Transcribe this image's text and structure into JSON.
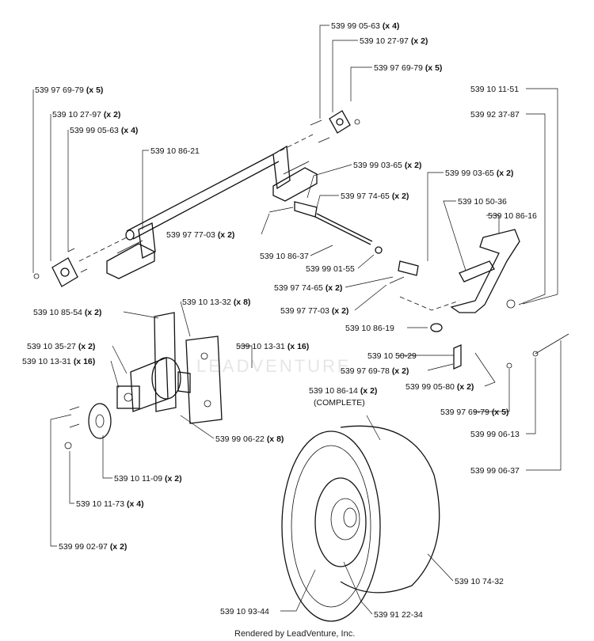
{
  "footer": "Rendered by LeadVenture, Inc.",
  "watermark": "LEADVENTURE",
  "labels": [
    {
      "id": "l1",
      "text": "539 99 05-63",
      "qty": "(x 4)"
    },
    {
      "id": "l2",
      "text": "539 10 27-97",
      "qty": "(x 2)"
    },
    {
      "id": "l3",
      "text": "539 97 69-79",
      "qty": "(x 5)"
    },
    {
      "id": "l4",
      "text": "539 10 11-51",
      "qty": ""
    },
    {
      "id": "l5",
      "text": "539 92 37-87",
      "qty": ""
    },
    {
      "id": "l6",
      "text": "539 97 69-79",
      "qty": "(x 5)"
    },
    {
      "id": "l7",
      "text": "539 10 27-97",
      "qty": "(x 2)"
    },
    {
      "id": "l8",
      "text": "539 99 05-63",
      "qty": "(x 4)"
    },
    {
      "id": "l9",
      "text": "539 10 86-21",
      "qty": ""
    },
    {
      "id": "l10",
      "text": "539 99 03-65",
      "qty": "(x 2)"
    },
    {
      "id": "l11",
      "text": "539 99 03-65",
      "qty": "(x 2)"
    },
    {
      "id": "l12",
      "text": "539 97 74-65",
      "qty": "(x 2)"
    },
    {
      "id": "l13",
      "text": "539 10 50-36",
      "qty": ""
    },
    {
      "id": "l14",
      "text": "539 10 86-16",
      "qty": ""
    },
    {
      "id": "l15",
      "text": "539 97 77-03",
      "qty": "(x 2)"
    },
    {
      "id": "l16",
      "text": "539 10 86-37",
      "qty": ""
    },
    {
      "id": "l17",
      "text": "539 99 01-55",
      "qty": ""
    },
    {
      "id": "l18",
      "text": "539 97 74-65",
      "qty": "(x 2)"
    },
    {
      "id": "l19",
      "text": "539 97 77-03",
      "qty": "(x 2)"
    },
    {
      "id": "l20",
      "text": "539 10 85-54",
      "qty": "(x 2)"
    },
    {
      "id": "l21",
      "text": "539 10 13-32",
      "qty": "(x 8)"
    },
    {
      "id": "l22",
      "text": "539 10 86-19",
      "qty": ""
    },
    {
      "id": "l23",
      "text": "539 10 35-27",
      "qty": "(x 2)"
    },
    {
      "id": "l24",
      "text": "539 10 13-31",
      "qty": "(x 16)"
    },
    {
      "id": "l25",
      "text": "539 10 13-31",
      "qty": "(x 16)"
    },
    {
      "id": "l26",
      "text": "539 10 50-29",
      "qty": ""
    },
    {
      "id": "l27",
      "text": "539 97 69-78",
      "qty": "(x 2)"
    },
    {
      "id": "l28",
      "text": "539 99 05-80",
      "qty": "(x 2)"
    },
    {
      "id": "l29",
      "text": "539 10 86-14",
      "qty": "(x 2)"
    },
    {
      "id": "l30",
      "text": "(COMPLETE)",
      "qty": ""
    },
    {
      "id": "l31",
      "text": "539 97 69-79",
      "qty": "(x 5)"
    },
    {
      "id": "l32",
      "text": "539 99 06-22",
      "qty": "(x 8)"
    },
    {
      "id": "l33",
      "text": "539 99 06-13",
      "qty": ""
    },
    {
      "id": "l34",
      "text": "539 10 11-09",
      "qty": "(x 2)"
    },
    {
      "id": "l35",
      "text": "539 99 06-37",
      "qty": ""
    },
    {
      "id": "l36",
      "text": "539 10 11-73",
      "qty": "(x 4)"
    },
    {
      "id": "l37",
      "text": "539 99 02-97",
      "qty": "(x 2)"
    },
    {
      "id": "l38",
      "text": "539 10 74-32",
      "qty": ""
    },
    {
      "id": "l39",
      "text": "539 10 93-44",
      "qty": ""
    },
    {
      "id": "l40",
      "text": "539 91 22-34",
      "qty": ""
    }
  ]
}
